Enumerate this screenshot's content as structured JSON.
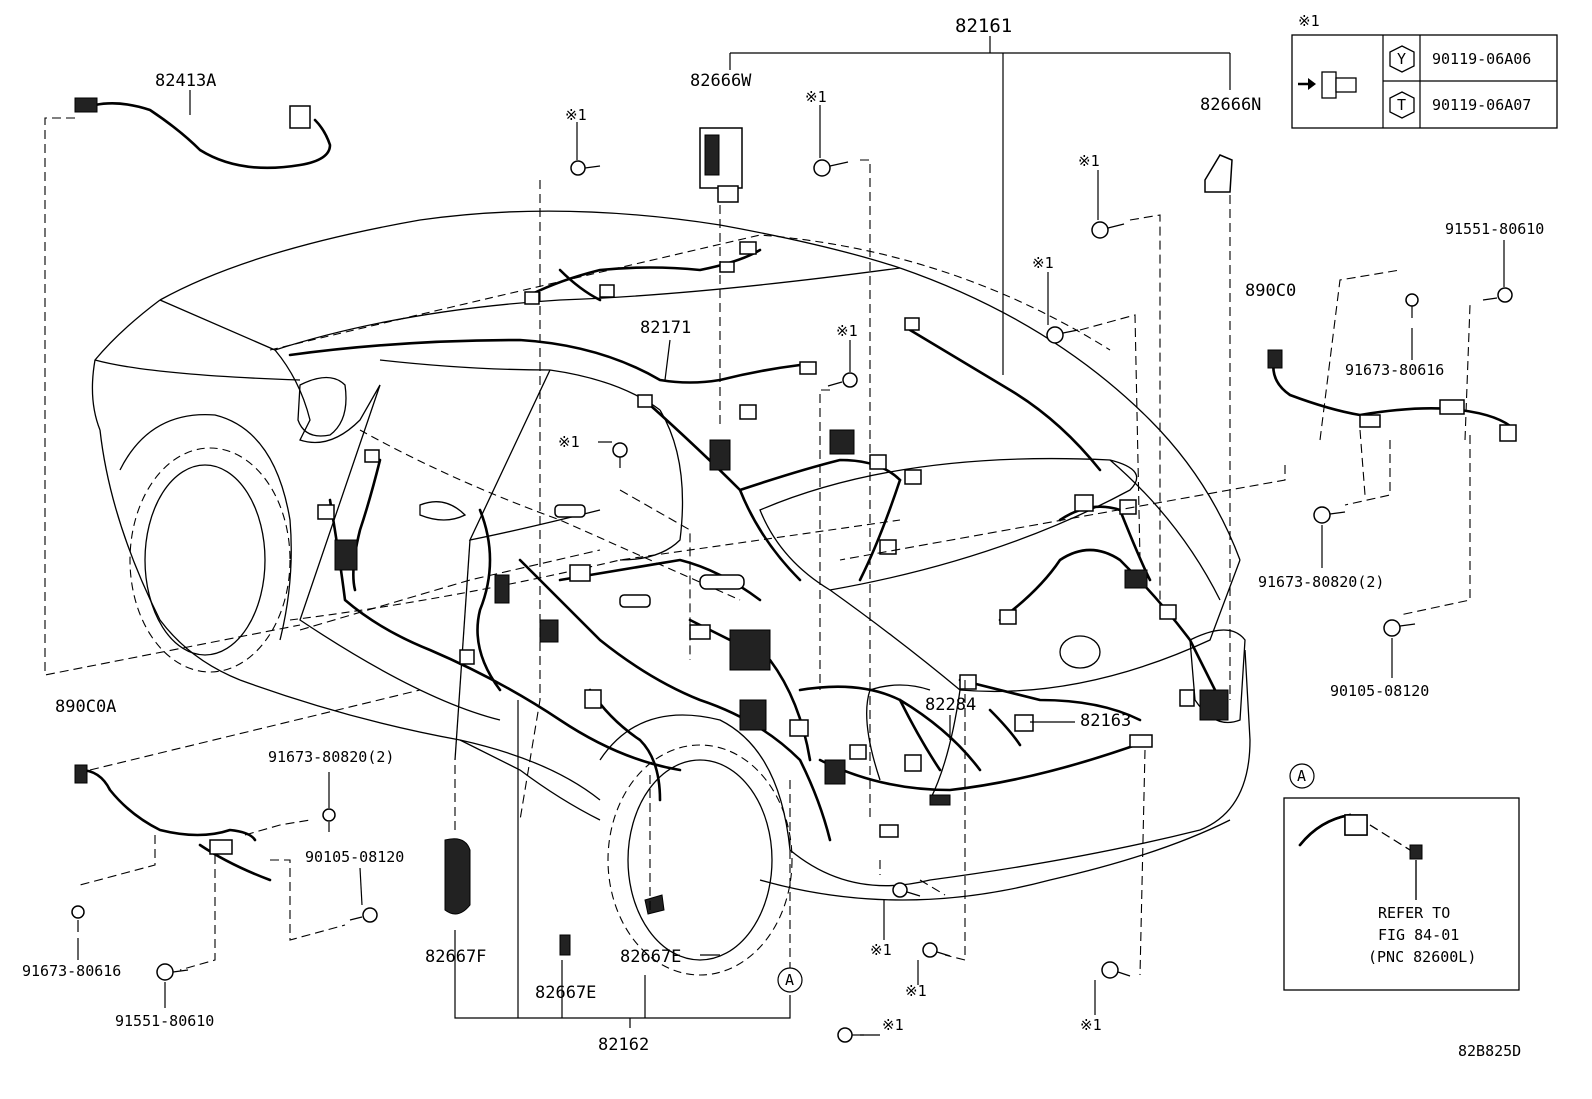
{
  "labels": {
    "p82161": "82161",
    "p82413A": "82413A",
    "p82666W": "82666W",
    "p82666N": "82666N",
    "p82171": "82171",
    "p890C0": "890C0",
    "p890C0A": "890C0A",
    "p82284": "82284",
    "p82163": "82163",
    "p82667F": "82667F",
    "p82667E_a": "82667E",
    "p82667E_b": "82667E",
    "p82162": "82162",
    "p91551_right": "91551-80610",
    "p91673_80616_right": "91673-80616",
    "p91673_80820_right": "91673-80820(2)",
    "p90105_right": "90105-08120",
    "p91673_80820_left": "91673-80820(2)",
    "p90105_left": "90105-08120",
    "p91673_80616_left": "91673-80616",
    "p91551_left": "91551-80610",
    "diagram_code": "82B825D"
  },
  "note_marks": {
    "mark": "※1",
    "a_marker": "A"
  },
  "legend": {
    "title": "※1",
    "rows": [
      {
        "symbol": "Y",
        "part": "90119-06A06"
      },
      {
        "symbol": "T",
        "part": "90119-06A07"
      }
    ]
  },
  "refer_box": {
    "marker": "A",
    "line1": "REFER TO",
    "line2": "FIG 84-01",
    "line3": "(PNC 82600L)"
  }
}
